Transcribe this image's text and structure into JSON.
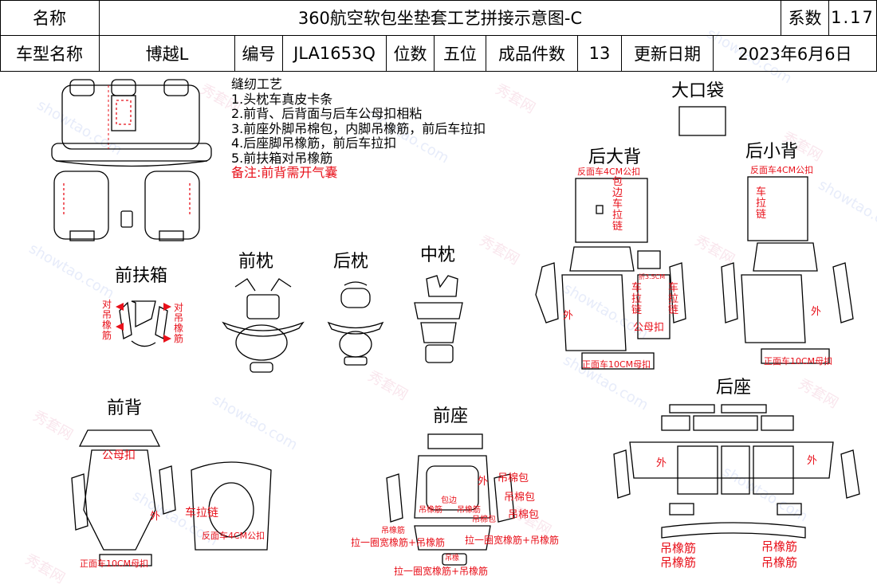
{
  "header": {
    "name_label": "名称",
    "title": "360航空软包坐垫套工艺拼接示意图-C",
    "series_label": "系数",
    "series_value": "1.17",
    "model_label": "车型名称",
    "model_value": "博越L",
    "code_label": "编号",
    "code_value": "JLA1653Q",
    "seats_label": "位数",
    "seats_value": "五位",
    "pieces_label": "成品件数",
    "pieces_value": "13",
    "date_label": "更新日期",
    "date_value": "2023年6月6日"
  },
  "notes": {
    "heading": "缝纫工艺",
    "items": [
      "1.头枕车真皮卡条",
      "2.前背、后背面与后车公母扣相粘",
      "3.前座外脚吊棉包，内脚吊橡筋，前后车拉扣",
      "4.后座脚吊橡筋，前后车拉扣",
      "5.前扶箱对吊橡筋"
    ],
    "remark": "备注:前背需开气囊"
  },
  "sections": {
    "big_pocket": "大口袋",
    "rear_big_back": "后大背",
    "rear_small_back": "后小背",
    "front_armrest": "前扶箱",
    "front_pillow": "前枕",
    "rear_pillow": "后枕",
    "mid_pillow": "中枕",
    "front_back": "前背",
    "front_seat": "前座",
    "rear_seat": "后座"
  },
  "annotations": {
    "hang_elastic_left": "对吊橡筋",
    "hang_elastic_right": "对吊橡筋",
    "rbb_top": "反面车4CM公扣",
    "rbb_edge": "包边车拉链",
    "rbb_small": "折3.5CM",
    "rbb_zip_a": "车拉链",
    "rbb_zip_b": "车拉链",
    "rbb_snap": "公母扣",
    "rbb_bottom": "正面车10CM母扣",
    "rbb_outer": "外",
    "rsb_top": "反面车4CM公扣",
    "rsb_zip": "车拉链",
    "rsb_outer": "外",
    "rsb_bottom": "正面车10CM母扣",
    "fb_snap": "公母扣",
    "fb_zip": "车拉链",
    "fb_outer": "外",
    "fb_top4": "反面车4CM公扣",
    "fb_bottom": "正面车10CM母扣",
    "fs_bag1": "吊棉包",
    "fs_bag2": "吊棉包",
    "fs_bag3": "吊棉包",
    "fs_outer": "外",
    "fs_small1": "包边",
    "fs_small2": "吊橡筋",
    "fs_small3": "吊橡筋",
    "fs_small4": "吊棉包",
    "fs_small5": "吊橡筋",
    "fs_ring1": "拉一圈宽橡筋+吊橡筋",
    "fs_ring2": "拉一圈宽橡筋+吊橡筋",
    "fs_ring3": "拉一圈宽橡筋+吊橡筋",
    "fs_small6": "吊橡",
    "rs_outer_l": "外",
    "rs_outer_r": "外",
    "rs_el1": "吊橡筋",
    "rs_el2": "吊橡筋",
    "rs_el3": "吊橡筋",
    "rs_el4": "吊橡筋"
  },
  "watermark": {
    "text_a": "showtao.com",
    "text_b": "秀套网"
  }
}
